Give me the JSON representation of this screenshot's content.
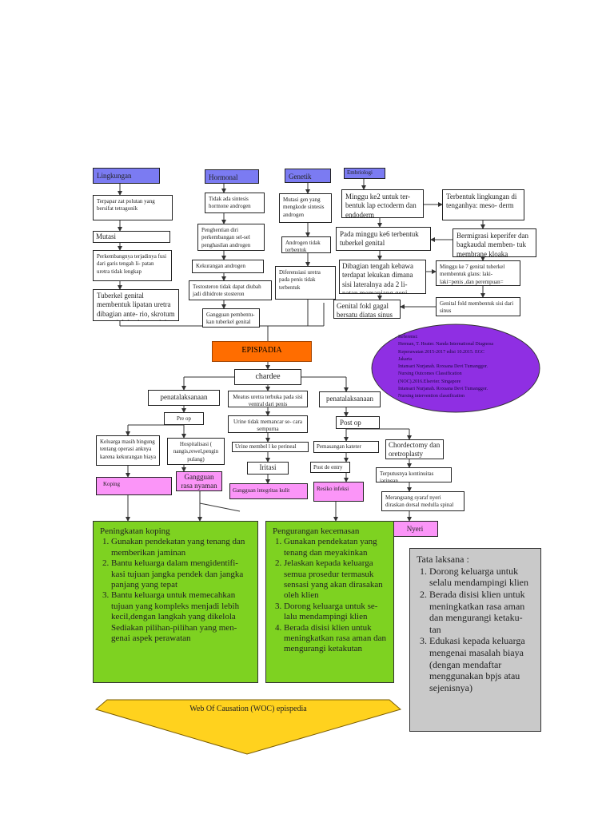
{
  "nodes": {
    "lingkungan": "Lingkungan",
    "hormonal": "Hormonal",
    "genetik": "Genetik",
    "embrio": "Embriologi",
    "terpapar": "Terpapar zat polutan yang bersifat tetragonik",
    "mutasi": "Mutasi",
    "perkembangan": "Perkembangnya terjadinya fusi dari garis tengah li- patan uretra tidak lengkap",
    "tuberkel_lipatan": "Tuberkel genital membentuk lipatan uretra dibagian ante- rio, skrotum menonjol dan bergerak ke kaodal",
    "tidak_ada_sintesis": "Tidak ada sintesis hormone androgen",
    "penghentian": "Penghentian diri perkembangan sel-sel penghasilan androgen",
    "kekurangan": "Kekurangan androgen",
    "testosteron": "Testosteron tidak dapat diubah jadi dihidrote stosteron",
    "gangguan_pembentukan": "Gangguan pembentu- kan tuberkel genital",
    "mutasi_gen": "Mutasi gen yang mengkode sintesis androgen",
    "androgen_tidak": "Androgen tidak terbentuk",
    "diferensiasi": "Diferensiasi uretra pada penis tidak terbentuk",
    "minggu2": "Minggu ke2 untuk ter- bentuk lap ectoderm dan endoderm",
    "terbentuk_lingkungan": "Terbentuk lingkungan di tenganhya: meso- derm",
    "minggu6": "Pada minggu ke6 terbentuk tuberkel genital",
    "bermigrasi": "Bermigrasi keperifer dan bagkaudal memben- tuk membrane kloaka",
    "dibagian_tengah": "Dibagian tengah kebawa terdapat lekukan dimana sisi lateralnya ada 2 li- patan memanjang geni-",
    "minggu7": "Minggu ke 7 genital tuberkel membentuk glans: laki- laki=penis ,dan perempuan= klitoris",
    "genital_fold_gagal": "Genital fokl gagal bersatu diatas sinus urogenitalia",
    "genital_fold_membentuk": "Genital fold membentuk sisi dari sinus",
    "epispadia": "EPISPADIA",
    "chardee": "chardee",
    "penatalaksanaan_l": "penatalaksanaan",
    "meatus": "Meatus uretra terbuka pada sisi ventral dari penis",
    "penatalaksanaan_r": "penatalaksanaan",
    "pre_op": "Pre op",
    "urine_tidak": "Urine tidak memancar se- cara sempurna",
    "post_op": "Post op",
    "keluarga_masih": "Keluarga masih bingung tentang operasi anknya karena kekurangan biaya",
    "hospitalisasi": "Hospitalisasi ( nangis,rewel,pengin pulang)",
    "urine_membel": "Urine membel l ke perineal",
    "pemasangan": "Pemasangan kateter",
    "chordectomy": "Chordectomy dan oretroplasty",
    "iritasi": "Iritasi",
    "post_de_entry": "Post de entry",
    "terputusnya": "Terputusnya kontinuitas jaringan",
    "koping": "Koping",
    "gangguan_rasa": "Gangguan rasa nyaman",
    "gangguan_integritas": "Gangguan integritas kulit",
    "resiko_infeksi": "Resiko infeksi",
    "merangsang": "Merangsang syaraf nyeri diraskan dorsal medulla spinal",
    "nyeri": "Nyeri"
  },
  "references": [
    "Referensi:",
    "Herman, T. Heater. Nanda International Diagnosa",
    "Keperawatan 2015-2017 edisi 10.2015. EGC",
    "Jakarta",
    "Intansari Nurjanah. Roxsana Devi Tumanggor.",
    "Nursing Outcomes Classification",
    "(NOC).2016.Elsevier. Singapore",
    "Intansari Nurjanah. Roxsana Devi Tumanggor.",
    "Nursing intervention classification"
  ],
  "koping_box": {
    "title": "Peningkatan koping",
    "items": [
      "Gunakan pendekatan yang tenang dan memberikan jaminan",
      "Bantu keluarga dalam mengidentifi- kasi tujuan jangka pendek dan jangka panjang yang tepat",
      "Bantu keluarga untuk memecahkan tujuan yang kompleks menjadi lebih kecil,dengan langkah yang dikelola Sediakan pilihan-pilihan yang men- genai aspek perawatan"
    ]
  },
  "cemas_box": {
    "title": "Pengurangan kecemasan",
    "items": [
      "Gunakan pendekatan yang tenang dan meyakinkan",
      "Jelaskan kepada keluarga semua prosedur termasuk sensasi yang akan dirasakan oleh klien",
      "Dorong keluarga untuk se- lalu mendampingi klien",
      "Berada disisi klien untuk meningkatkan rasa aman dan mengurangi ketakutan"
    ]
  },
  "tata_box": {
    "title": "Tata laksana :",
    "items": [
      "Dorong keluarga untuk selalu mendampingi klien",
      "Berada disisi klien untuk meningkatkan rasa aman dan mengurangi ketaku- tan",
      "Edukasi kepada keluarga mengenai masalah biaya (dengan mendaftar menggunakan bpjs atau sejenisnya)"
    ]
  },
  "footer_label": "Web Of Causation (WOC) epispedia"
}
